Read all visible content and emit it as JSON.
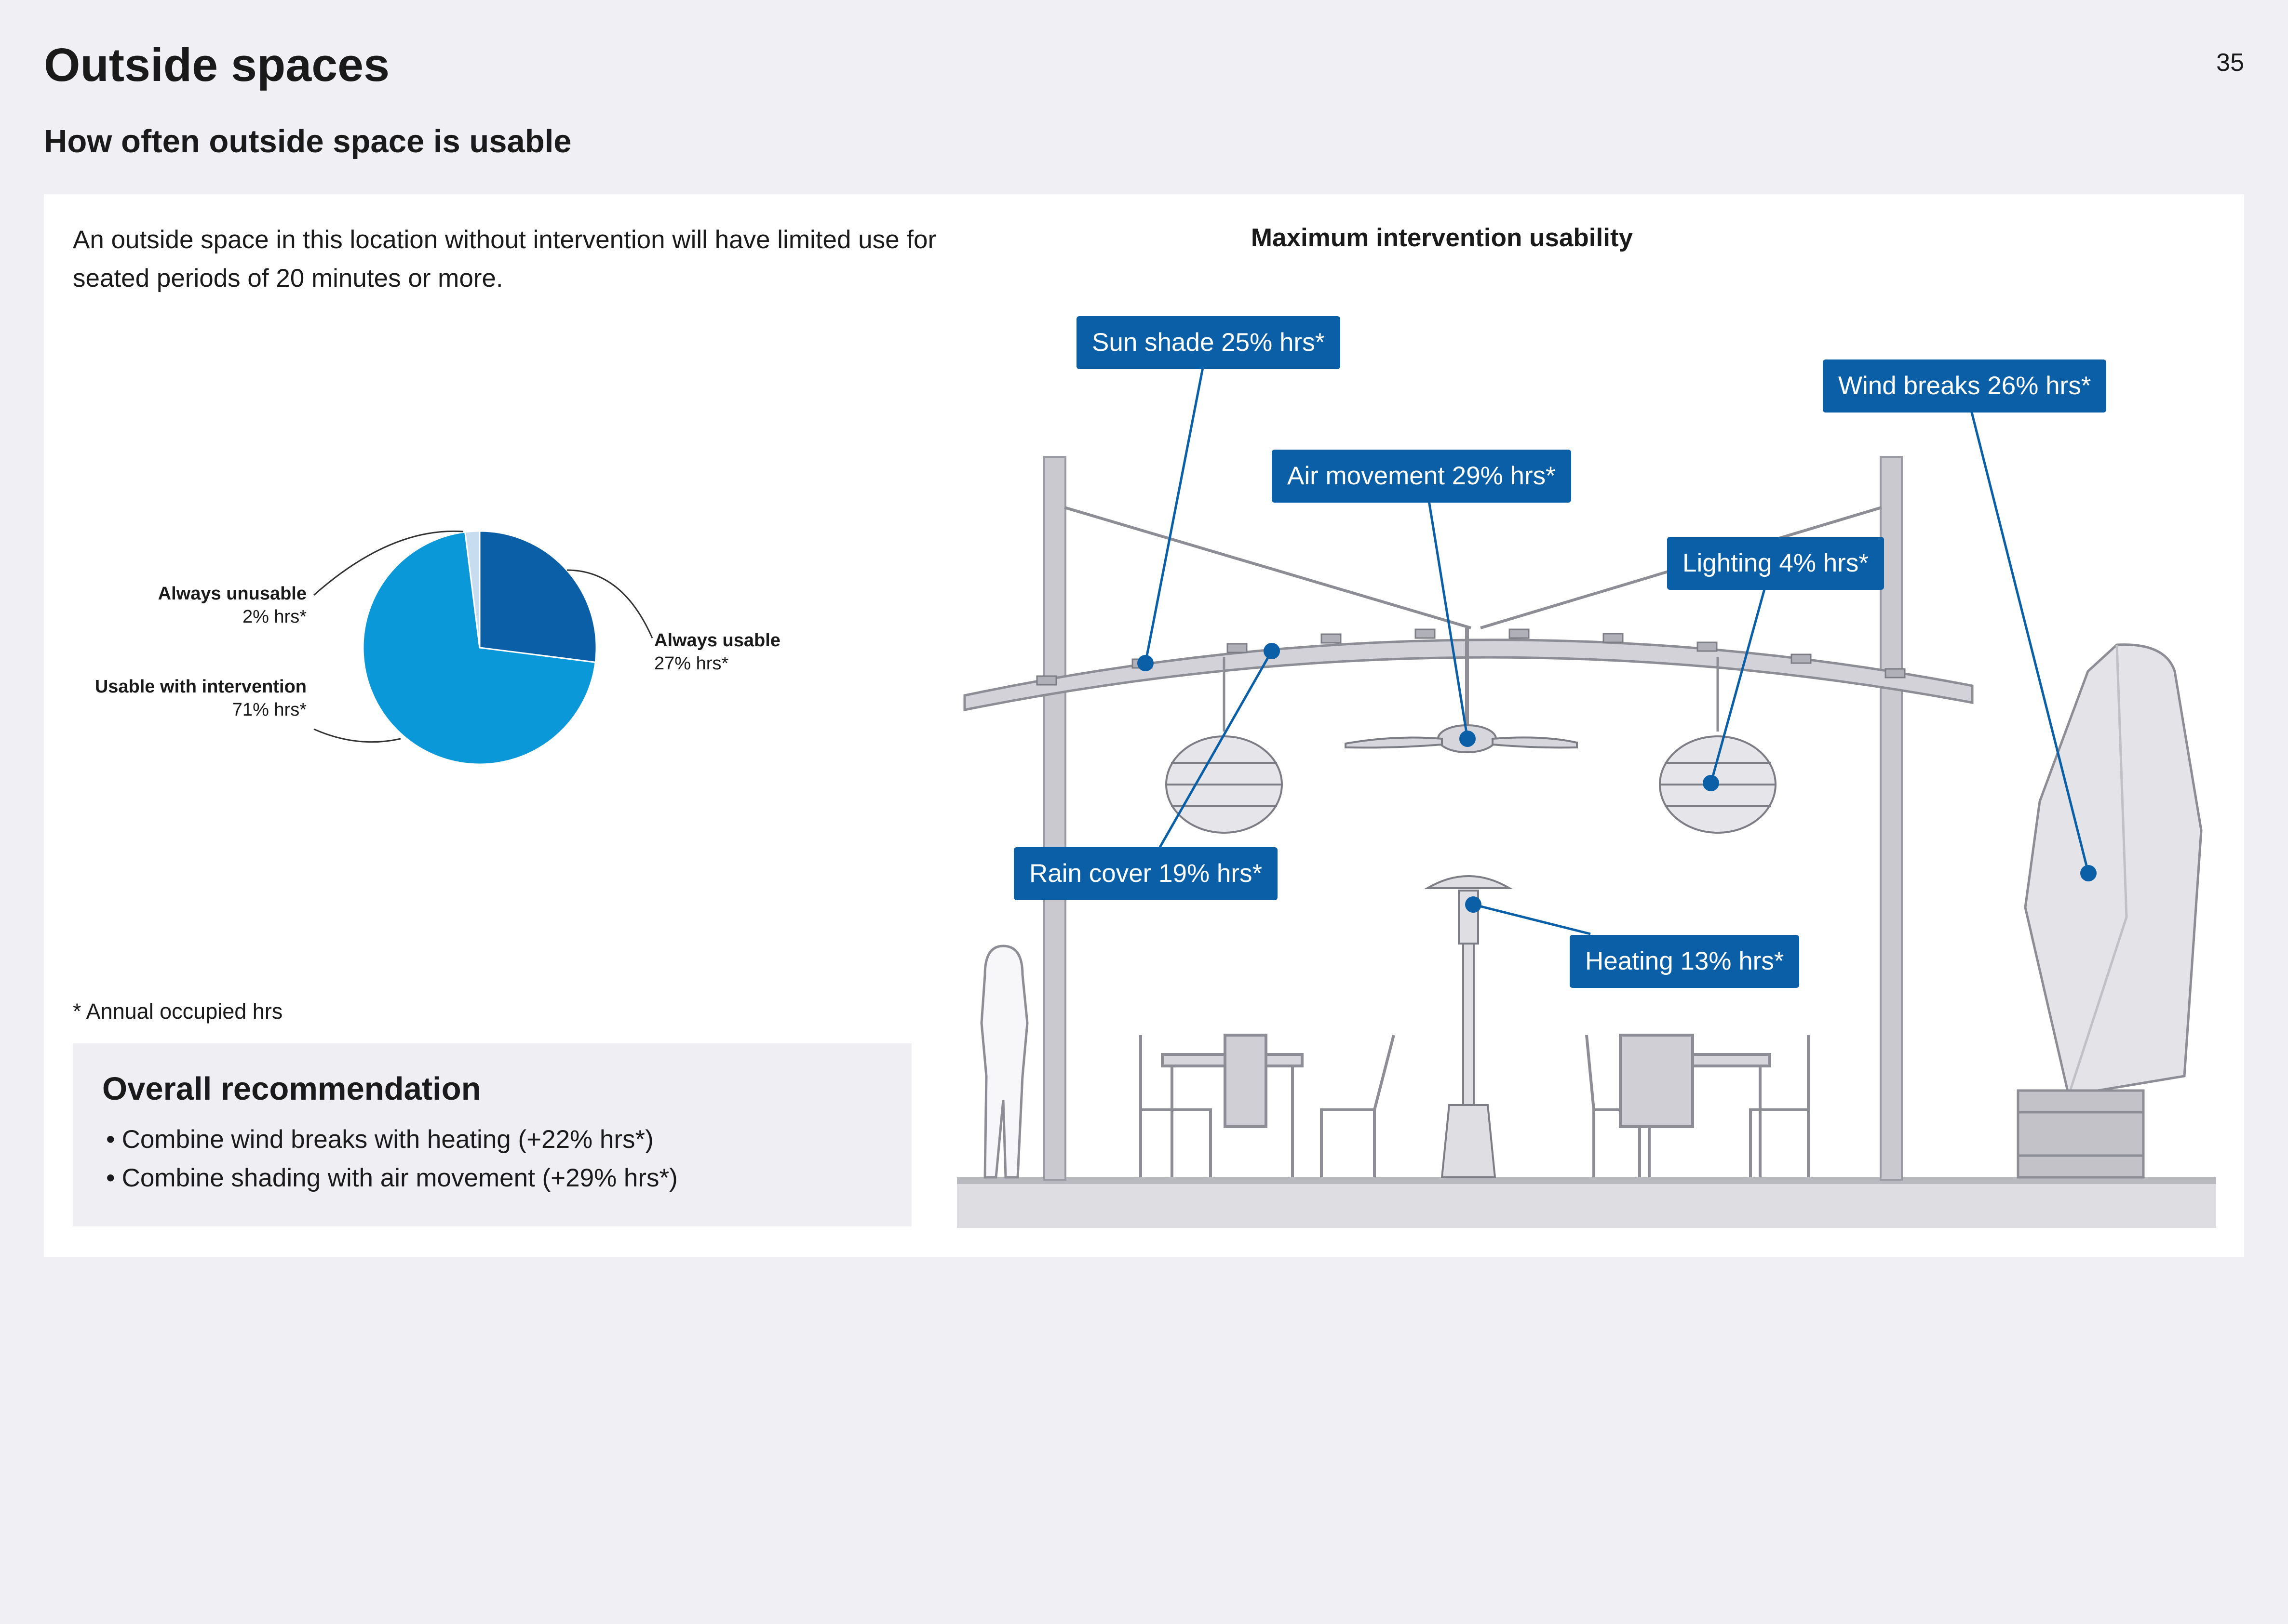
{
  "page": {
    "title": "Outside spaces",
    "page_number": "35",
    "section_title": "How often outside space is usable"
  },
  "intro_text": "An outside space in this location without intervention will have limited use for seated periods of 20 minutes or more.",
  "footnote": "* Annual occupied hrs",
  "chart_data": {
    "type": "pie",
    "title": "",
    "slices": [
      {
        "label": "Always usable",
        "value": 27,
        "value_label": "27% hrs*",
        "color": "#0a5fa6"
      },
      {
        "label": "Usable with intervention",
        "value": 71,
        "value_label": "71% hrs*",
        "color": "#0a98d8"
      },
      {
        "label": "Always unusable",
        "value": 2,
        "value_label": "2% hrs*",
        "color": "#c8dcef"
      }
    ]
  },
  "recommendation": {
    "title": "Overall recommendation",
    "items": [
      "Combine wind breaks with heating (+22% hrs*)",
      "Combine shading with air movement (+29% hrs*)"
    ]
  },
  "scene": {
    "title": "Maximum intervention usability",
    "callouts": {
      "sun_shade": "Sun shade 25% hrs*",
      "wind_breaks": "Wind breaks 26% hrs*",
      "air_movement": "Air movement 29% hrs*",
      "lighting": "Lighting 4% hrs*",
      "rain_cover": "Rain cover 19% hrs*",
      "heating": "Heating 13% hrs*"
    },
    "accent_color": "#0a5fa6"
  }
}
